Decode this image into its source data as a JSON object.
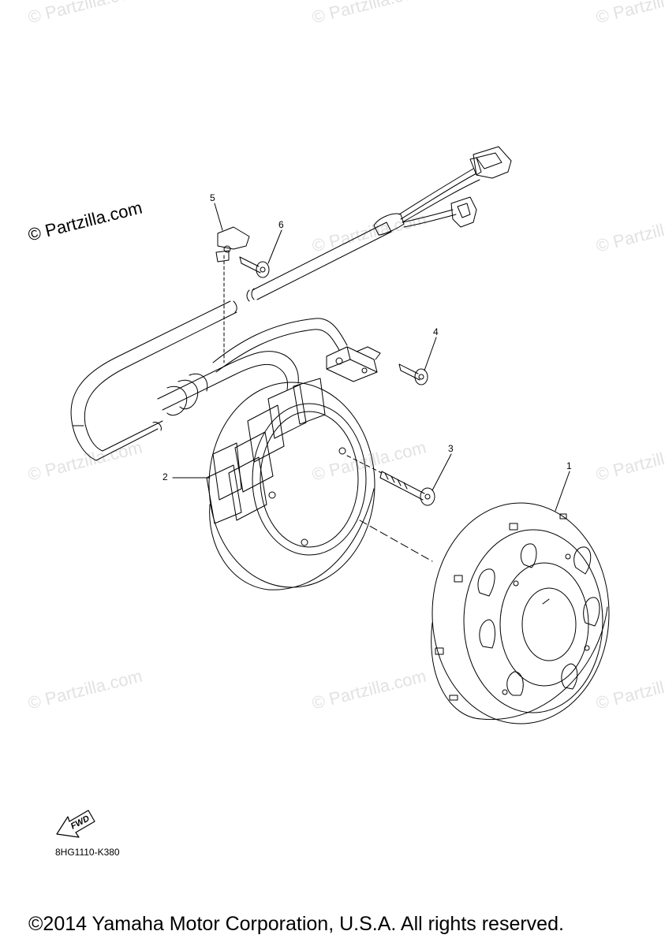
{
  "watermark": "© Partzilla.com",
  "watermark_main": "© Partzilla.com",
  "callouts": {
    "c1": "1",
    "c2": "2",
    "c3": "3",
    "c4": "4",
    "c5": "5",
    "c6": "6"
  },
  "fwd_label": "FWD",
  "diagram_code": "8HG1110-K380",
  "copyright": "©2014 Yamaha Motor Corporation, U.S.A. All rights reserved."
}
